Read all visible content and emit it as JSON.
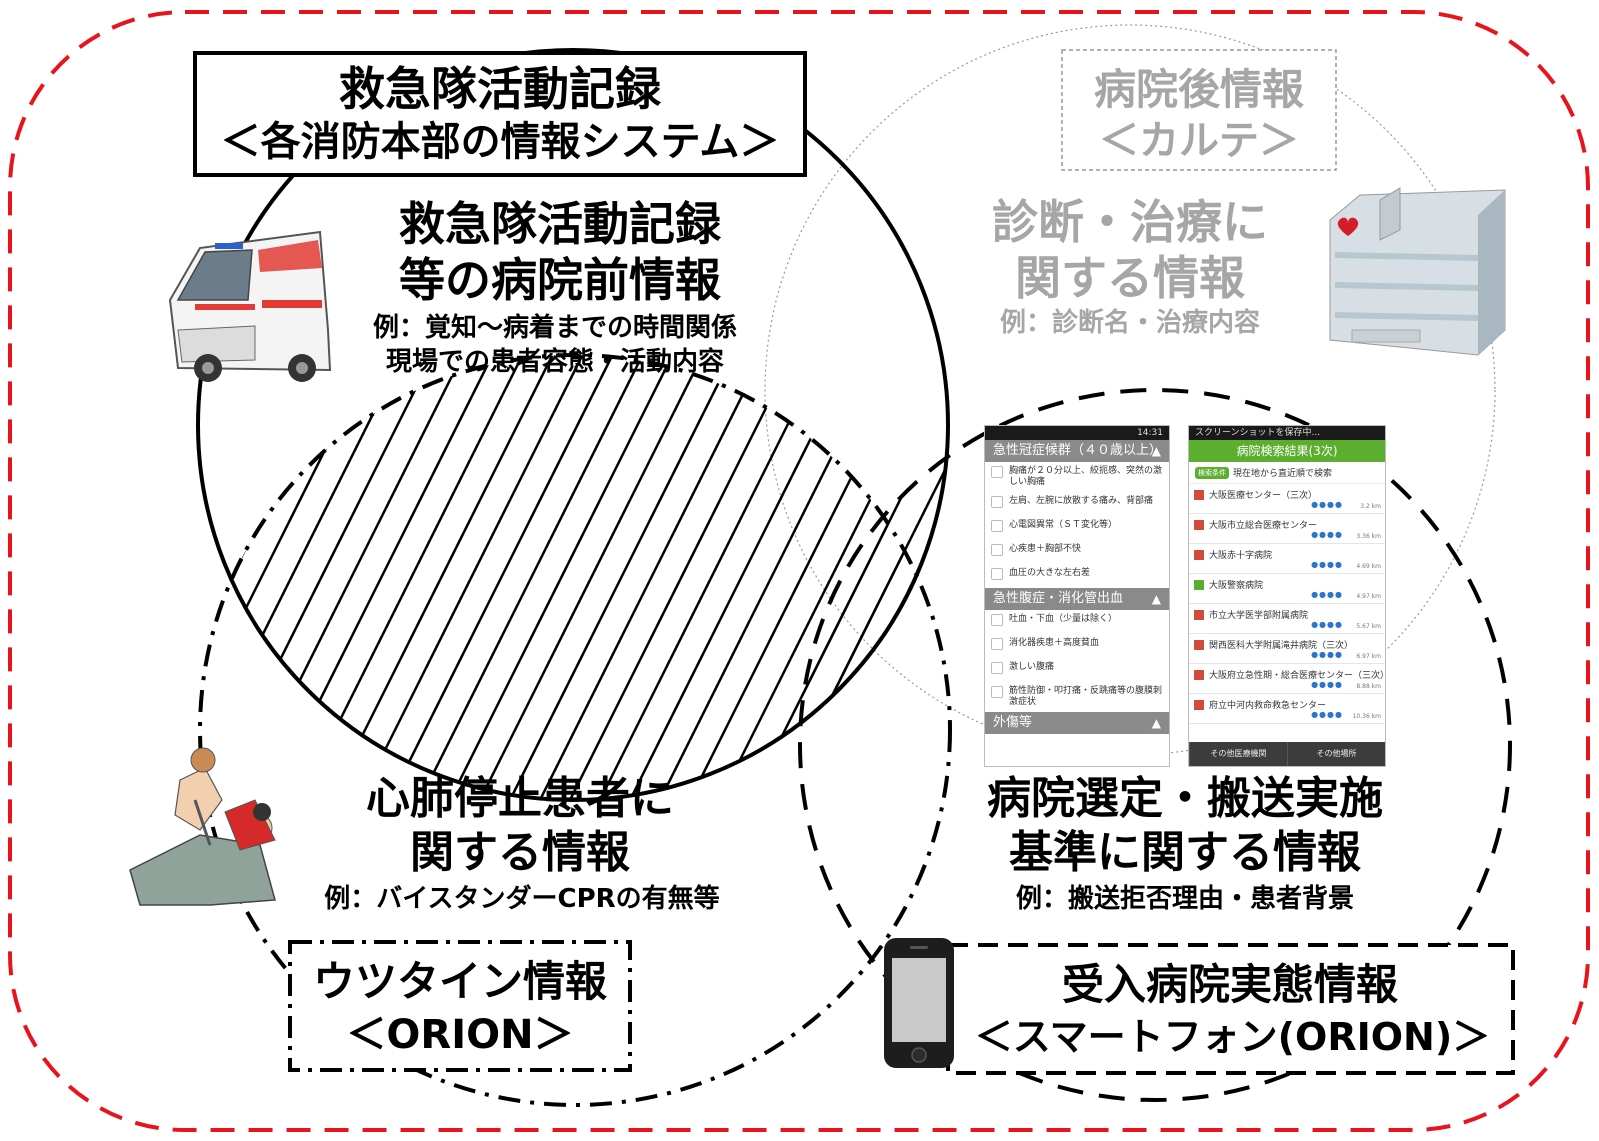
{
  "colors": {
    "outer_border": "#e8141c",
    "hospital_text": "#a6a6a6",
    "black": "#000000",
    "app_green": "#5cae2e"
  },
  "ems_record": {
    "box_title": "救急隊活動記録",
    "box_subtitle": "＜各消防本部の情報システム＞",
    "circle_title_1": "救急隊活動記録",
    "circle_title_2": "等の病院前情報",
    "example_1": "例：覚知～病着までの時間関係",
    "example_2": "現場での患者容態・活動内容",
    "icon": "ambulance-icon"
  },
  "hospital_info": {
    "box_title": "病院後情報",
    "box_subtitle": "＜カルテ＞",
    "circle_title_1": "診断・治療に",
    "circle_title_2": "関する情報",
    "example": "例：診断名・治療内容",
    "icon": "hospital-building-icon"
  },
  "utstein": {
    "circle_title_1": "心肺停止患者に",
    "circle_title_2": "関する情報",
    "example": "例：バイスタンダーCPRの有無等",
    "box_title": "ウツタイン情報",
    "box_subtitle": "＜ORION＞",
    "icon": "cpr-icon"
  },
  "hospital_selection": {
    "circle_title_1": "病院選定・搬送実施",
    "circle_title_2": "基準に関する情報",
    "example": "例：搬送拒否理由・患者背景",
    "box_title": "受入病院実態情報",
    "box_subtitle": "＜スマートフォン(ORION)＞",
    "icon": "smartphone-icon"
  },
  "screen_left": {
    "status_time": "14:31",
    "section1_title": "急性冠症候群（４０歳以上）",
    "section1_items": [
      "胸痛が２０分以上、絞扼感、突然の激しい胸痛",
      "左肩、左腕に放散する痛み、背部痛",
      "心電図異常（ＳＴ変化等）",
      "心疾患＋胸部不快",
      "血圧の大きな左右差"
    ],
    "section2_title": "急性腹症・消化管出血",
    "section2_items": [
      "吐血・下血（少量は除く）",
      "消化器疾患＋高度貧血",
      "激しい腹痛",
      "筋性防御・叩打痛・反跳痛等の腹膜刺激症状"
    ],
    "section3_title": "外傷等"
  },
  "screen_right": {
    "status_text": "スクリーンショットを保存中...",
    "header": "病院検索結果(3次)",
    "search_badge": "検索条件",
    "search_text": "現在地から直近順で検索",
    "hospitals": [
      {
        "name": "大阪医療センター（三次）",
        "km": "3.2 km"
      },
      {
        "name": "大阪市立総合医療センター",
        "km": "3.36 km"
      },
      {
        "name": "大阪赤十字病院",
        "km": "4.69 km"
      },
      {
        "name": "大阪警察病院",
        "km": "4.97 km"
      },
      {
        "name": "市立大学医学部附属病院",
        "km": "5.67 km"
      },
      {
        "name": "関西医科大学附属滝井病院（三次）",
        "km": "6.97 km"
      },
      {
        "name": "大阪府立急性期・総合医療センター（三次）",
        "km": "8.88 km"
      },
      {
        "name": "府立中河内救命救急センター",
        "km": "10.36 km"
      }
    ],
    "btn_left": "その他医療機関",
    "btn_right": "その他場所"
  }
}
